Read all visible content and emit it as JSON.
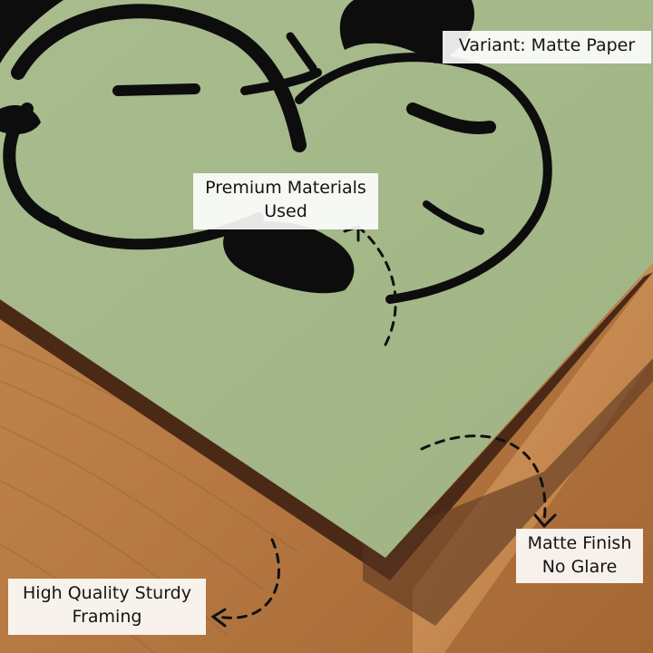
{
  "labels": {
    "variant": "Variant: Matte Paper",
    "materials": {
      "line1": "Premium Materials",
      "line2": "Used"
    },
    "finish": {
      "line1": "Matte Finish",
      "line2": "No Glare"
    },
    "framing": {
      "line1": "High Quality Sturdy",
      "line2": "Framing"
    }
  },
  "colors": {
    "paper": "#a6b98a",
    "ink": "#0d0d0d",
    "wood": "#b67a45",
    "frame_inner": "#4a2a17"
  }
}
